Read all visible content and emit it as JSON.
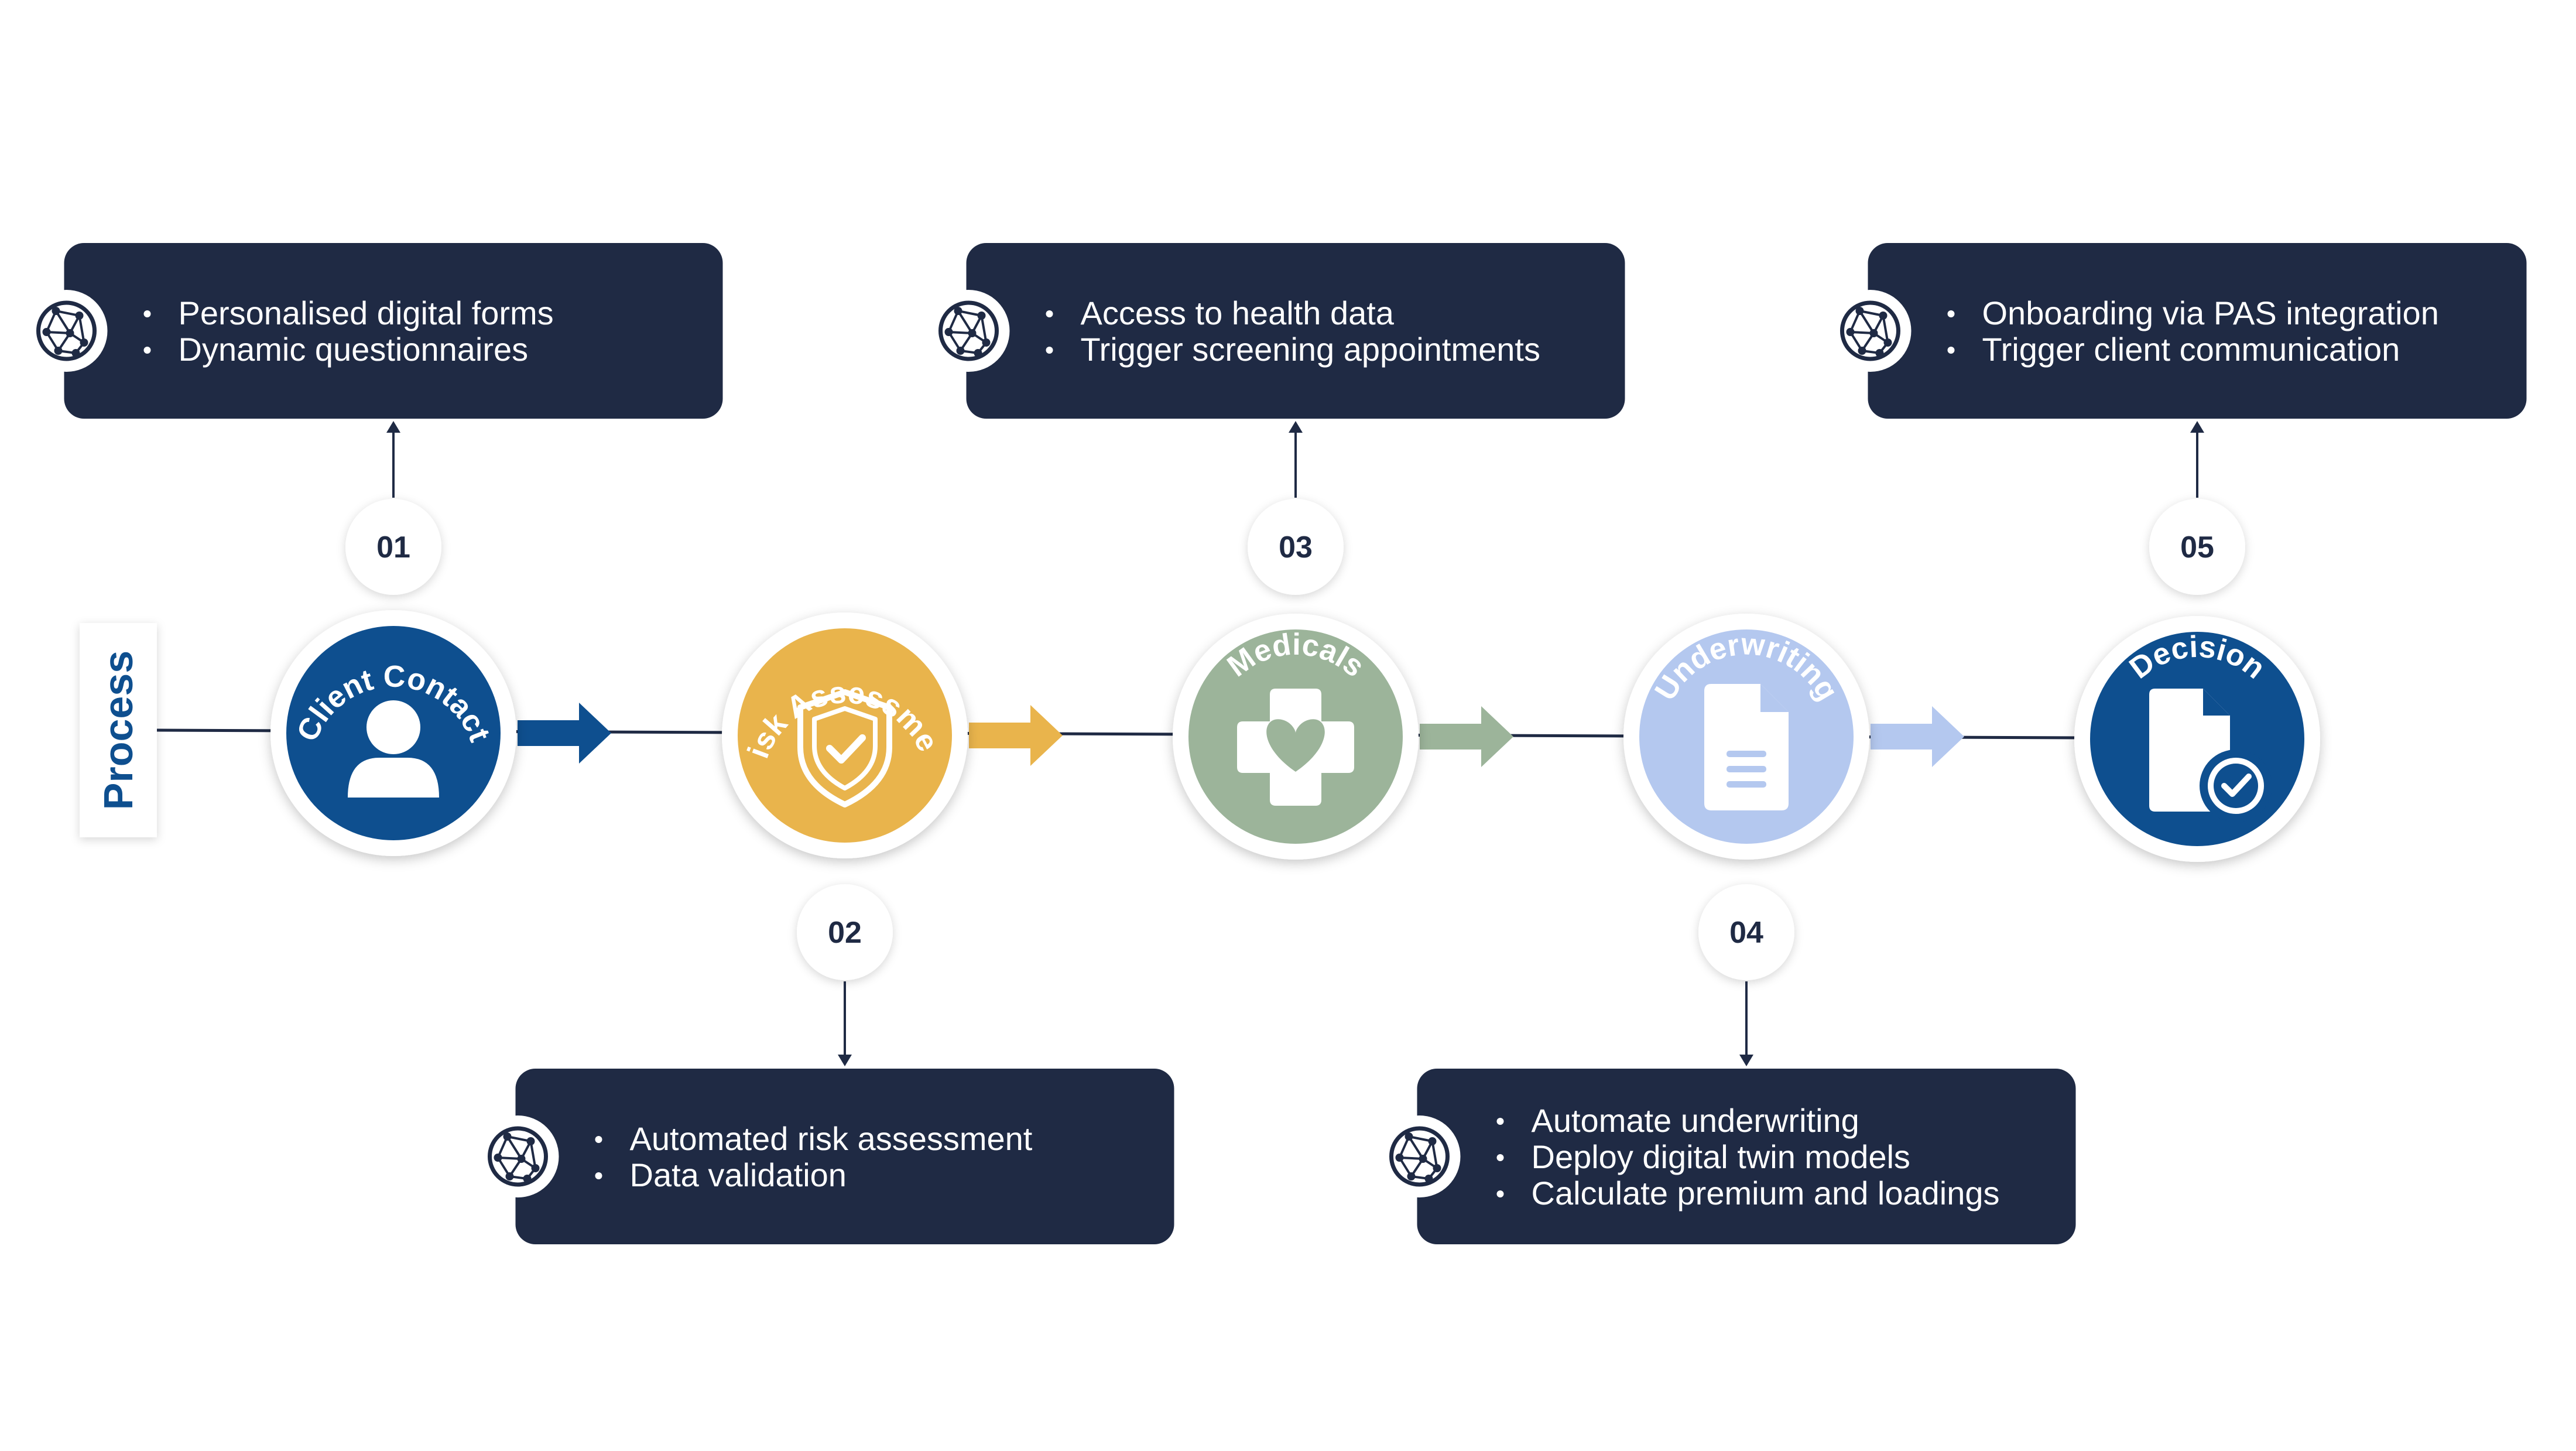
{
  "process_label": "Process",
  "colors": {
    "navy_box": "#1f2a44",
    "step1": "#0e4f8f",
    "step2": "#e9b44c",
    "step3": "#9cb49a",
    "step4": "#b4c8ef",
    "step5": "#0e4f8f"
  },
  "steps": [
    {
      "number": "01",
      "name": "Client Contact",
      "icon": "person-icon",
      "color": "#0e4f8f",
      "arrow_color": "#0e4f8f",
      "box": {
        "position": "top",
        "items": [
          "Personalised digital forms",
          "Dynamic questionnaires"
        ]
      }
    },
    {
      "number": "02",
      "name": "Risk Assessment",
      "icon": "shield-check-icon",
      "color": "#e9b44c",
      "arrow_color": "#e9b44c",
      "box": {
        "position": "bottom",
        "items": [
          "Automated risk assessment",
          "Data validation"
        ]
      }
    },
    {
      "number": "03",
      "name": "Medicals",
      "icon": "medical-cross-heart-icon",
      "color": "#9cb49a",
      "arrow_color": "#9cb49a",
      "box": {
        "position": "top",
        "items": [
          "Access to health data",
          "Trigger screening appointments"
        ]
      }
    },
    {
      "number": "04",
      "name": "Underwriting",
      "icon": "document-icon",
      "color": "#b4c8ef",
      "arrow_color": "#b4c8ef",
      "box": {
        "position": "bottom",
        "items": [
          "Automate underwriting",
          "Deploy digital twin models",
          "Calculate premium and loadings"
        ]
      }
    },
    {
      "number": "05",
      "name": "Decision",
      "icon": "document-check-icon",
      "color": "#0e4f8f",
      "arrow_color": null,
      "box": {
        "position": "top",
        "items": [
          "Onboarding via PAS integration",
          "Trigger client communication"
        ]
      }
    }
  ]
}
